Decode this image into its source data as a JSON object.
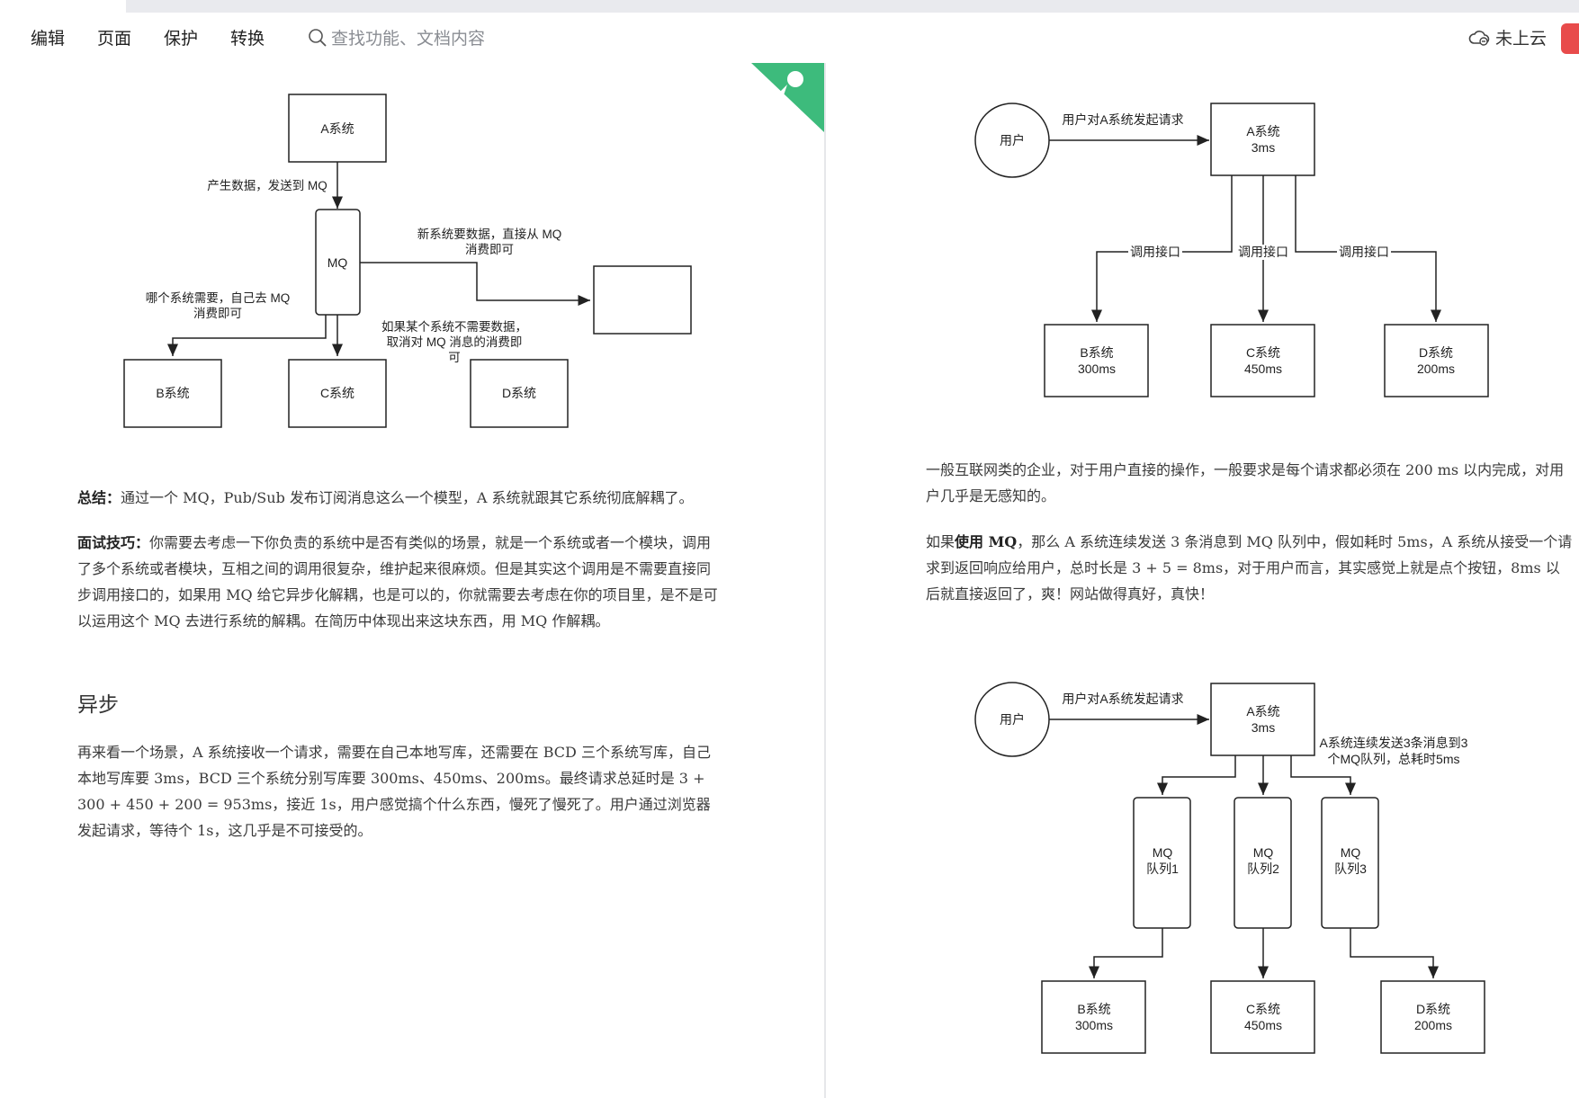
{
  "toolbar": {
    "menu": [
      "编辑",
      "页面",
      "保护",
      "转换"
    ],
    "search_placeholder": "查找功能、文档内容",
    "cloud_status": "未上云"
  },
  "icons": [
    "search-icon",
    "cloud-icon",
    "share-icon",
    "github-corner-icon"
  ],
  "colors": {
    "accent_green": "#3dbb7c",
    "share_red": "#e84b4b"
  },
  "left_page": {
    "diagram": {
      "a": "A系统",
      "mq": "MQ",
      "produce": "产生数据，发送到 MQ",
      "new_sys_1": "新系统要数据，直接从 MQ",
      "new_sys_2": "消费即可",
      "need_1": "哪个系统需要，自己去 MQ",
      "need_2": "消费即可",
      "noneed_1": "如果某个系统不需要数据，",
      "noneed_2": "取消对 MQ 消息的消费即",
      "noneed_3": "可",
      "b": "B系统",
      "c": "C系统",
      "d": "D系统"
    },
    "summary_label": "总结：",
    "summary_text": "通过一个 MQ，Pub/Sub 发布订阅消息这么一个模型，A 系统就跟其它系统彻底解耦了。",
    "tip_label": "面试技巧：",
    "tip_text": "你需要去考虑一下你负责的系统中是否有类似的场景，就是一个系统或者一个模块，调用了多个系统或者模块，互相之间的调用很复杂，维护起来很麻烦。但是其实这个调用是不需要直接同步调用接口的，如果用 MQ 给它异步化解耦，也是可以的，你就需要去考虑在你的项目里，是不是可以运用这个 MQ 去进行系统的解耦。在简历中体现出来这块东西，用 MQ 作解耦。",
    "heading": "异步",
    "async_text": "再来看一个场景，A 系统接收一个请求，需要在自己本地写库，还需要在 BCD 三个系统写库，自己本地写库要 3ms，BCD 三个系统分别写库要 300ms、450ms、200ms。最终请求总延时是 3 + 300 + 450 + 200 = 953ms，接近 1s，用户感觉搞个什么东西，慢死了慢死了。用户通过浏览器发起请求，等待个 1s，这几乎是不可接受的。"
  },
  "right_page": {
    "diagram1": {
      "user": "用户",
      "req": "用户对A系统发起请求",
      "a1": "A系统",
      "a2": "3ms",
      "call": "调用接口",
      "b1": "B系统",
      "b2": "300ms",
      "c1": "C系统",
      "c2": "450ms",
      "d1": "D系统",
      "d2": "200ms"
    },
    "para1": "一般互联网类的企业，对于用户直接的操作，一般要求是每个请求都必须在 200 ms 以内完成，对用户几乎是无感知的。",
    "para2_prefix": "如果",
    "para2_bold": "使用 MQ",
    "para2_text": "，那么 A 系统连续发送 3 条消息到 MQ 队列中，假如耗时 5ms，A 系统从接受一个请求到返回响应给用户，总时长是 3 + 5 = 8ms，对于用户而言，其实感觉上就是点个按钮，8ms 以后就直接返回了，爽！网站做得真好，真快！",
    "diagram2": {
      "user": "用户",
      "req": "用户对A系统发起请求",
      "a1": "A系统",
      "a2": "3ms",
      "note1": "A系统连续发送3条消息到3",
      "note2": "个MQ队列，总耗时5ms",
      "mq": "MQ",
      "q1": "队列1",
      "q2": "队列2",
      "q3": "队列3",
      "b1": "B系统",
      "b2": "300ms",
      "c1": "C系统",
      "c2": "450ms",
      "d1": "D系统",
      "d2": "200ms"
    }
  }
}
